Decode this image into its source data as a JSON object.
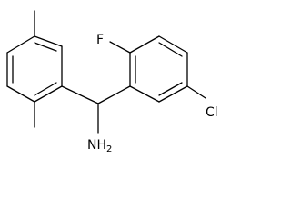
{
  "molecule": {
    "atoms": {
      "fluorine": "F",
      "chlorine": "Cl",
      "amine_main": "NH",
      "amine_sub": "2"
    },
    "colors": {
      "bond": "#000000",
      "label": "#000000",
      "background": "#ffffff"
    }
  }
}
